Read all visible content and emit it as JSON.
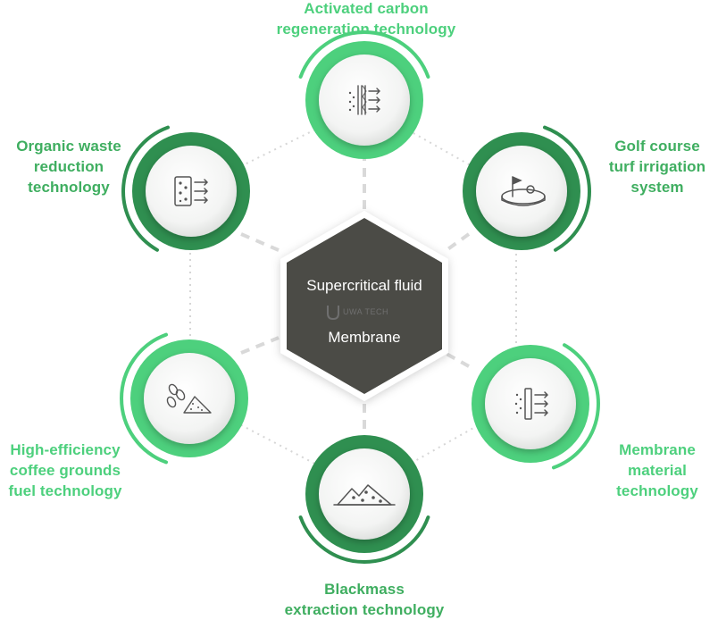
{
  "center": {
    "top_text": "Supercritical fluid",
    "logo_text": "UWA TECH",
    "bottom_text": "Membrane"
  },
  "colors": {
    "light_green": "#4dd07d",
    "dark_green": "#2f8f50",
    "label_green": "#3fae60",
    "hexagon": "#4b4b46",
    "connector": "#d6d6d6"
  },
  "nodes": [
    {
      "icon": "activated-carbon-filter-icon",
      "ring": "light",
      "label_lines": [
        "Activated carbon",
        "regeneration technology"
      ]
    },
    {
      "icon": "golf-green-icon",
      "ring": "dark",
      "label_lines": [
        "Golf course",
        "turf irrigation",
        "system"
      ]
    },
    {
      "icon": "membrane-filter-icon",
      "ring": "light",
      "label_lines": [
        "Membrane",
        "material",
        "technology"
      ]
    },
    {
      "icon": "blackmass-pile-icon",
      "ring": "dark",
      "label_lines": [
        "Blackmass",
        "extraction technology"
      ]
    },
    {
      "icon": "coffee-grounds-icon",
      "ring": "light",
      "label_lines": [
        "High-efficiency",
        "coffee grounds",
        "fuel technology"
      ]
    },
    {
      "icon": "organic-waste-box-icon",
      "ring": "dark",
      "label_lines": [
        "Organic waste",
        "reduction",
        "technology"
      ]
    }
  ]
}
